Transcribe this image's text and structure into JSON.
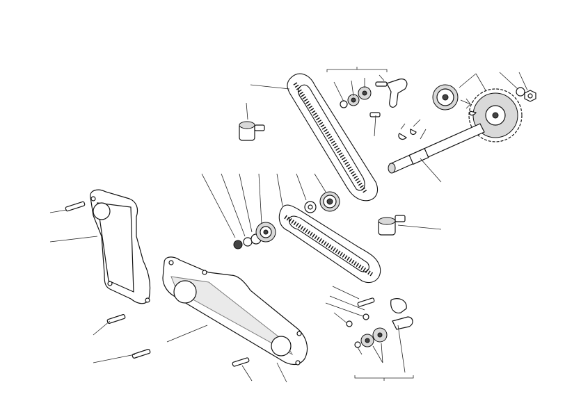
{
  "diagram": {
    "type": "exploded-parts-view",
    "colors": {
      "ink": "#111111",
      "shade": "#d9d9d9",
      "background": "#ffffff"
    },
    "parts": [
      "timing-belt-upper",
      "timing-belt-lower",
      "spacer-upper",
      "spacer-right",
      "idler-pulley-upper",
      "idler-pulley-lower",
      "tensioner-bracket-upper",
      "tensioner-bracket-lower",
      "camshaft",
      "camshaft-gear",
      "drive-gear-small",
      "cover-rear",
      "cover-front",
      "screw",
      "washer",
      "nut",
      "key"
    ]
  }
}
